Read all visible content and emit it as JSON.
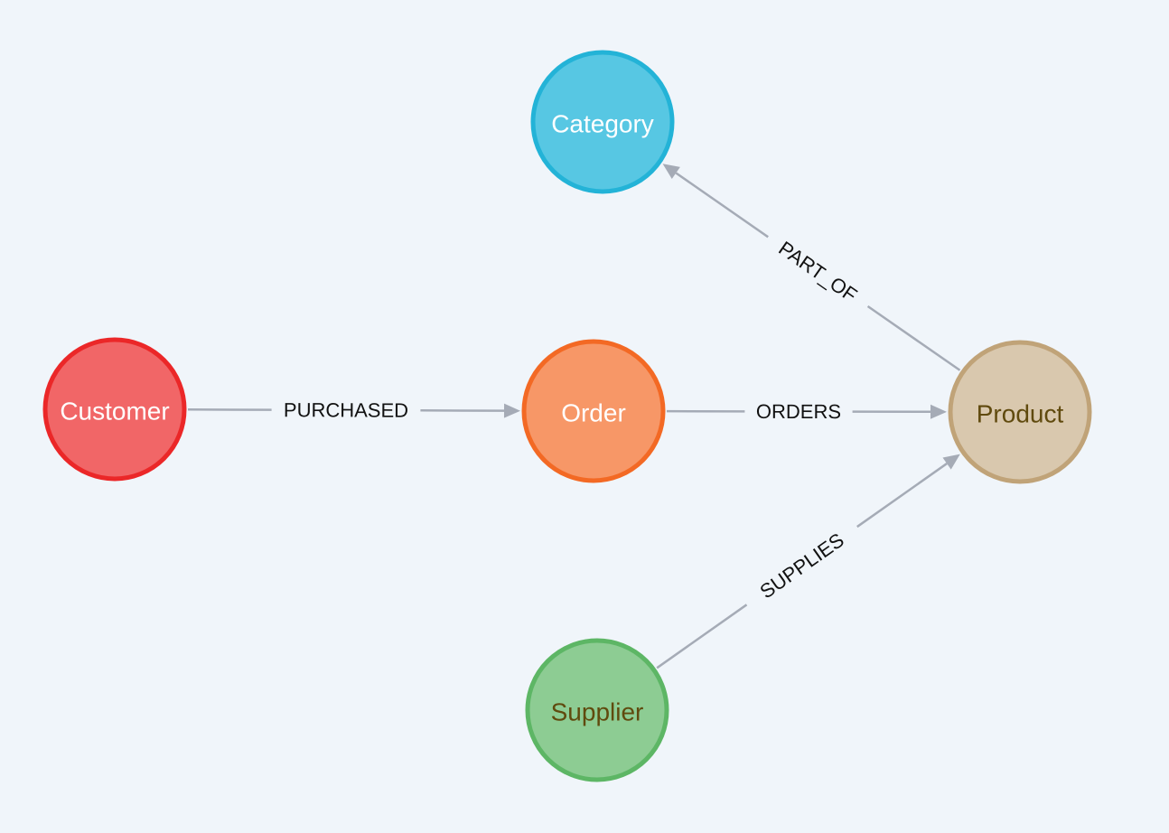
{
  "graph": {
    "nodes": [
      {
        "id": "customer",
        "label": "Customer",
        "fill": "#f16667",
        "stroke": "#eb2728",
        "text_color": "#ffffff"
      },
      {
        "id": "order",
        "label": "Order",
        "fill": "#f79767",
        "stroke": "#f36924",
        "text_color": "#ffffff"
      },
      {
        "id": "category",
        "label": "Category",
        "fill": "#57c7e3",
        "stroke": "#23b3d7",
        "text_color": "#ffffff"
      },
      {
        "id": "product",
        "label": "Product",
        "fill": "#d9c8ae",
        "stroke": "#c0a378",
        "text_color": "#604a0e"
      },
      {
        "id": "supplier",
        "label": "Supplier",
        "fill": "#8dcc93",
        "stroke": "#5db665",
        "text_color": "#604a0e"
      }
    ],
    "relationships": [
      {
        "id": "purchased",
        "type": "PURCHASED",
        "from": "customer",
        "to": "order"
      },
      {
        "id": "orders",
        "type": "ORDERS",
        "from": "order",
        "to": "product"
      },
      {
        "id": "part-of",
        "type": "PART_OF",
        "from": "product",
        "to": "category"
      },
      {
        "id": "supplies",
        "type": "SUPPLIES",
        "from": "supplier",
        "to": "product"
      }
    ],
    "colors": {
      "background": "#f0f5fa",
      "relationship_line": "#a5abb6",
      "relationship_text": "#111111"
    }
  }
}
